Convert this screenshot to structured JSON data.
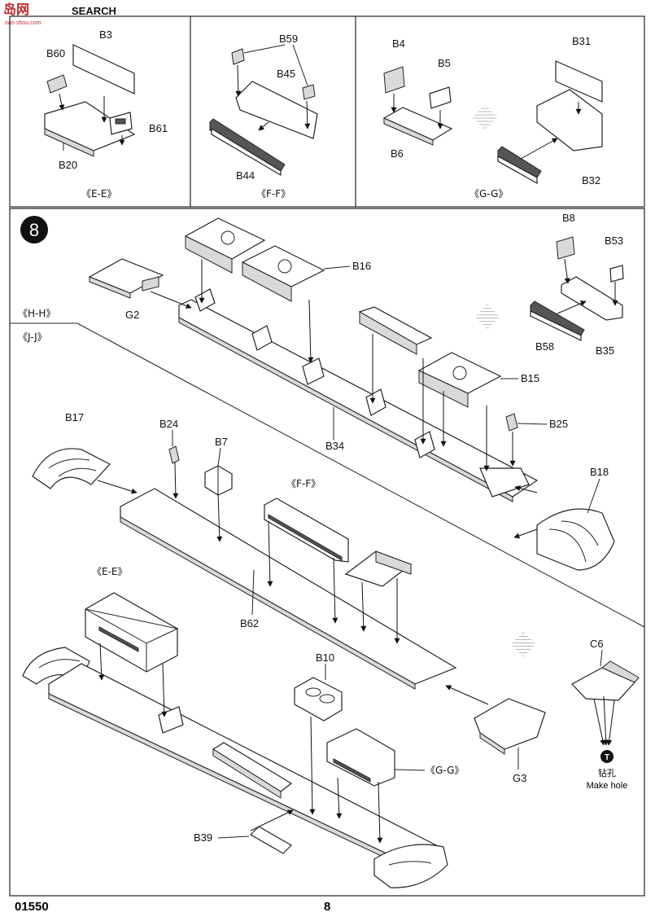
{
  "watermark": {
    "logo_text": "岛网",
    "site": "SEARCH",
    "url": "oao-shou.com"
  },
  "step_number": "8",
  "sections_top": [
    {
      "title": "《E-E》",
      "parts": [
        "B3",
        "B60",
        "B61",
        "B20"
      ]
    },
    {
      "title": "《F-F》",
      "parts": [
        "B59",
        "B45",
        "B44"
      ]
    },
    {
      "title": "《G-G》",
      "parts": [
        "B4",
        "B5",
        "B6",
        "B31",
        "B32"
      ]
    }
  ],
  "main_labels": {
    "hh": "《H-H》",
    "jj": "《J-J》",
    "ff": "《F-F》",
    "ee": "《E-E》",
    "gg": "《G-G》"
  },
  "parts": {
    "B16": "B16",
    "G2": "G2",
    "B34": "B34",
    "B15": "B15",
    "B8": "B8",
    "B53": "B53",
    "B58": "B58",
    "B35": "B35",
    "B25": "B25",
    "B18": "B18",
    "B17": "B17",
    "B24": "B24",
    "B7": "B7",
    "B62": "B62",
    "C6": "C6",
    "G3": "G3",
    "B10": "B10",
    "B39": "B39"
  },
  "make_hole": {
    "icon_letter": "T",
    "cn": "钻孔",
    "en": "Make hole"
  },
  "footer": {
    "code": "01550",
    "page": "8"
  }
}
